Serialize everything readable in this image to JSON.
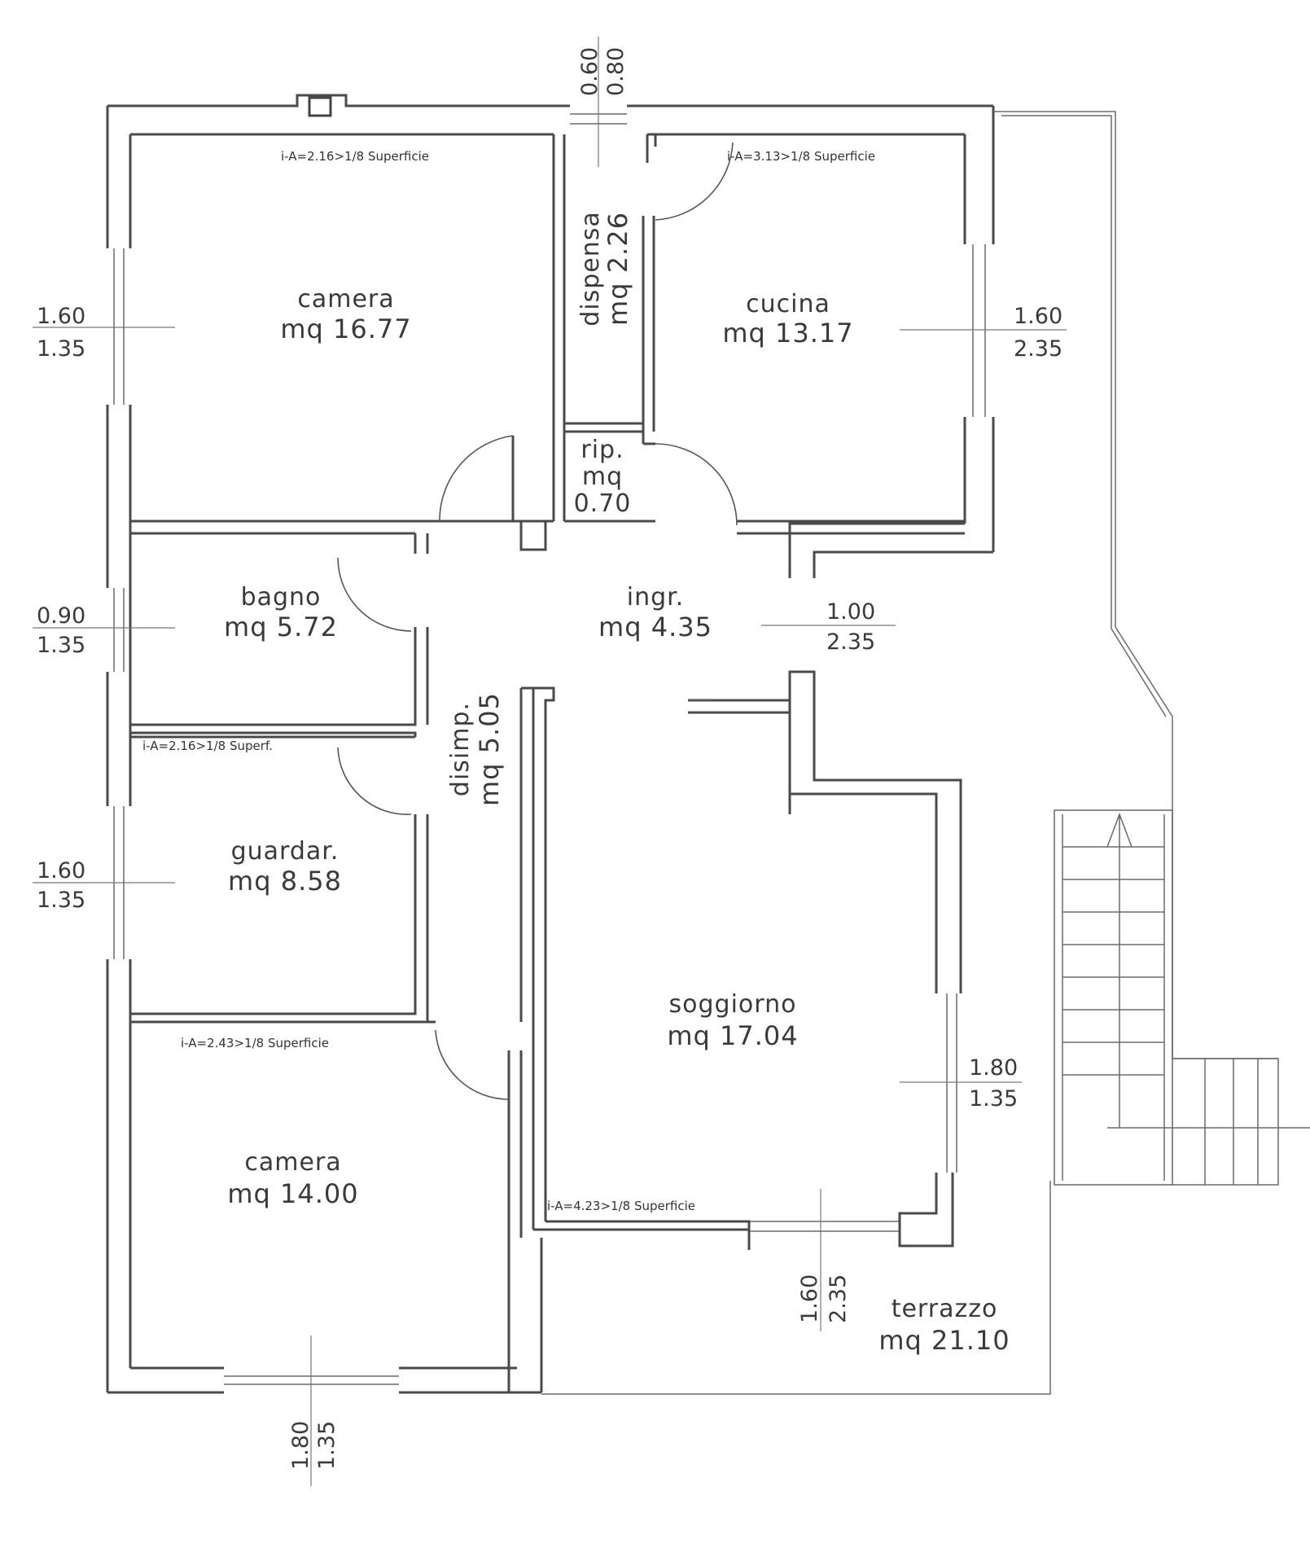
{
  "rooms": {
    "camera1": {
      "name": "camera",
      "area": "mq 16.77"
    },
    "dispensa": {
      "name": "dispensa",
      "area": "mq 2.26"
    },
    "cucina": {
      "name": "cucina",
      "area": "mq 13.17"
    },
    "rip": {
      "name": "rip.",
      "area_label": "mq",
      "area_value": "0.70"
    },
    "bagno": {
      "name": "bagno",
      "area": "mq 5.72"
    },
    "ingresso": {
      "name": "ingr.",
      "area": "mq 4.35"
    },
    "disimp": {
      "name": "disimp.",
      "area": "mq 5.05"
    },
    "guardaroba": {
      "name": "guardar.",
      "area": "mq 8.58"
    },
    "soggiorno": {
      "name": "soggiorno",
      "area": "mq 17.04"
    },
    "camera2": {
      "name": "camera",
      "area": "mq 14.00"
    },
    "terrazzo": {
      "name": "terrazzo",
      "area": "mq 21.10"
    }
  },
  "notes": {
    "camera1": "i-A=2.16>1/8 Superficie",
    "cucina": "i-A=3.13>1/8 Superficie",
    "bagno_guardaroba": "i-A=2.16>1/8 Superf.",
    "camera2": "i-A=2.43>1/8 Superficie",
    "soggiorno": "i-A=4.23>1/8 Superficie"
  },
  "openings": {
    "top_center": {
      "top": "0.60",
      "bottom": "0.80"
    },
    "left_camera1": {
      "top": "1.60",
      "bottom": "1.35"
    },
    "right_cucina": {
      "top": "1.60",
      "bottom": "2.35"
    },
    "left_bagno": {
      "top": "0.90",
      "bottom": "1.35"
    },
    "ingresso_door": {
      "top": "1.00",
      "bottom": "2.35"
    },
    "left_guardaroba": {
      "top": "1.60",
      "bottom": "1.35"
    },
    "right_soggiorno": {
      "top": "1.80",
      "bottom": "1.35"
    },
    "bottom_soggiorno": {
      "top": "1.60",
      "bottom": "2.35"
    },
    "bottom_camera2": {
      "top": "1.80",
      "bottom": "1.35"
    }
  }
}
